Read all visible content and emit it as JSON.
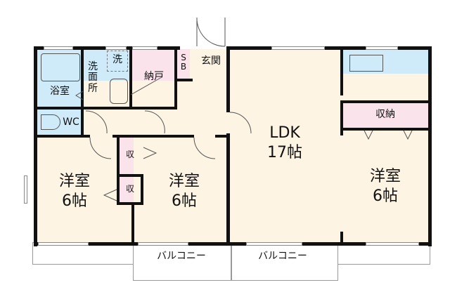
{
  "floor_plan": {
    "rooms": {
      "bath": {
        "label": "浴室"
      },
      "washroom": {
        "label": "洗\n面\n所"
      },
      "washer": {
        "label": "洗"
      },
      "storeroom": {
        "label": "納戸"
      },
      "shoe_box": {
        "label": "S\nB"
      },
      "entrance": {
        "label": "玄関"
      },
      "toilet": {
        "label": "WC"
      },
      "ldk": {
        "label": "LDK",
        "size": "17帖"
      },
      "storage_right": {
        "label": "収納"
      },
      "western_left": {
        "label": "洋室",
        "size": "6帖"
      },
      "western_center": {
        "label": "洋室",
        "size": "6帖"
      },
      "western_right": {
        "label": "洋室",
        "size": "6帖"
      },
      "closet_upper": {
        "label": "収"
      },
      "closet_lower": {
        "label": "収"
      }
    },
    "balconies": [
      {
        "label": "バルコニー"
      },
      {
        "label": "バルコニー"
      }
    ],
    "colors": {
      "living": "#fdf4e3",
      "storage": "#fbe3ec",
      "wet_area": "#cfeaf8",
      "wall": "#111111"
    }
  }
}
